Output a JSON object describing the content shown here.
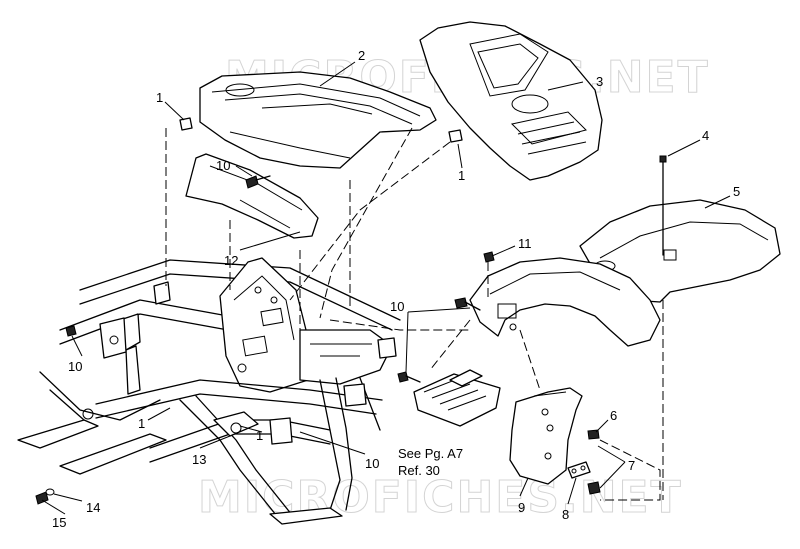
{
  "watermark_top": "MICROFICHES.NET",
  "watermark_bottom": "MICROFICHES.NET",
  "note": {
    "line1": "See Pg. A7",
    "line2": "Ref. 30"
  },
  "callouts": {
    "c1a": "1",
    "c1b": "1",
    "c1c": "1",
    "c1d": "1",
    "c2": "2",
    "c3": "3",
    "c4": "4",
    "c5": "5",
    "c6": "6",
    "c7": "7",
    "c8": "8",
    "c9": "9",
    "c10a": "10",
    "c10b": "10",
    "c10c": "10",
    "c10d": "10",
    "c11": "11",
    "c12": "12",
    "c13": "13",
    "c14": "14",
    "c15": "15"
  }
}
